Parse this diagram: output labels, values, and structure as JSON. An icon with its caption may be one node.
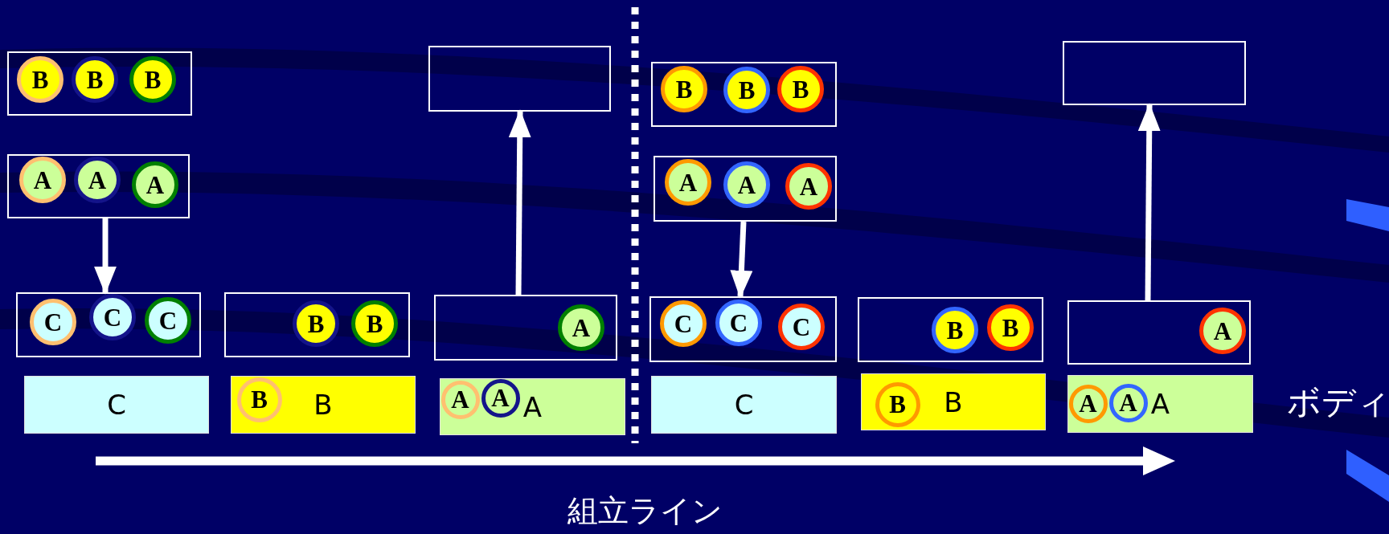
{
  "diagram": {
    "nodes": [
      {
        "text": [],
        "shape": "box"
      },
      {
        "text": [
          "B"
        ],
        "in": 0
      },
      {
        "text": [
          "B"
        ],
        "in": 0
      },
      {
        "text": [
          "B"
        ],
        "in": 0
      },
      {
        "text": [],
        "shape": "box"
      },
      {
        "text": [],
        "shape": "box"
      },
      {
        "text": [
          "A"
        ],
        "in": 5
      },
      {
        "text": [
          "A"
        ],
        "in": 5
      },
      {
        "text": [
          "A"
        ],
        "in": 5
      },
      {
        "text": [],
        "shape": "box"
      },
      {
        "text": [
          "C"
        ],
        "in": 9
      },
      {
        "text": [
          "C"
        ],
        "in": 9
      },
      {
        "text": [
          "C"
        ],
        "in": 9
      },
      {
        "text": [],
        "shape": "box"
      },
      {
        "text": [
          "B"
        ],
        "in": 13
      },
      {
        "text": [
          "B"
        ],
        "in": 13
      },
      {
        "text": [],
        "shape": "box"
      },
      {
        "text": [
          "A"
        ],
        "in": 16
      },
      {
        "text": [
          "C"
        ]
      },
      {
        "text": [
          "B"
        ]
      },
      {
        "text": [
          "B"
        ],
        "in": 19
      },
      {
        "text": [
          "A"
        ]
      },
      {
        "text": [
          "A"
        ],
        "in": 21
      },
      {
        "text": [
          "A"
        ],
        "in": 21
      },
      {
        "text": [],
        "shape": "box"
      },
      {
        "text": [
          "B"
        ],
        "in": 24
      },
      {
        "text": [
          "B"
        ],
        "in": 24
      },
      {
        "text": [
          "B"
        ],
        "in": 24
      },
      {
        "text": [],
        "shape": "box"
      },
      {
        "text": [],
        "shape": "box"
      },
      {
        "text": [
          "A"
        ],
        "in": 29
      },
      {
        "text": [
          "A"
        ],
        "in": 29
      },
      {
        "text": [
          "A"
        ],
        "in": 29
      },
      {
        "text": [],
        "shape": "box"
      },
      {
        "text": [
          "C"
        ],
        "in": 33
      },
      {
        "text": [
          "C"
        ],
        "in": 33
      },
      {
        "text": [
          "C"
        ],
        "in": 33
      },
      {
        "text": [],
        "shape": "box"
      },
      {
        "text": [
          "B"
        ],
        "in": 37
      },
      {
        "text": [
          "B"
        ],
        "in": 37
      },
      {
        "text": [],
        "shape": "box"
      },
      {
        "text": [
          "A"
        ],
        "in": 40
      },
      {
        "text": [
          "C"
        ]
      },
      {
        "text": [
          "B"
        ]
      },
      {
        "text": [
          "B"
        ],
        "in": 43
      },
      {
        "text": [
          "A"
        ]
      },
      {
        "text": [
          "A"
        ],
        "in": 45
      },
      {
        "text": [
          "A"
        ],
        "in": 45
      }
    ],
    "edges": [
      {
        "from": 5,
        "to": 9,
        "arrow": "to"
      },
      {
        "from": 16,
        "to": 4,
        "arrow": "to"
      },
      {
        "from": 29,
        "to": 33,
        "arrow": "to"
      },
      {
        "from": 40,
        "to": 28,
        "arrow": "to"
      }
    ],
    "labels": [
      "組立ライン",
      "ボディ"
    ]
  }
}
